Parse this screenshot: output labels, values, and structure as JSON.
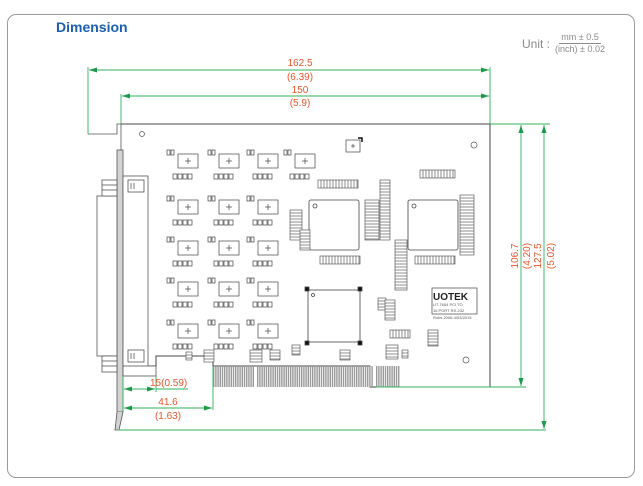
{
  "section_title": "Dimension",
  "unit": {
    "label": "Unit :",
    "numerator": "mm ± 0.5",
    "denominator": "(inch) ± 0.02"
  },
  "dimensions": {
    "overall_width": {
      "mm": "162.5",
      "inch": "(6.39)"
    },
    "board_width": {
      "mm": "150",
      "inch": "(5.9)"
    },
    "board_height": {
      "mm": "106.7",
      "inch": "(4.20)"
    },
    "overall_height": {
      "mm": "127.5",
      "inch": "(5.02)"
    },
    "bracket_to_connector": {
      "label": "15(0.59)"
    },
    "bracket_to_gold_finger": {
      "mm": "41.6",
      "inch": "(1.63)"
    }
  },
  "board_label": {
    "brand": "UOTEK",
    "model_line": "UT-7604 PCI TO",
    "desc_line": "16 PORT RS-232",
    "rev_line": "Rohs 2006-4/03/2015"
  },
  "colors": {
    "title": "#1a5fb4",
    "dimension_text": "#e8552b",
    "dimension_line": "#2fb35a",
    "outline": "#444444"
  }
}
